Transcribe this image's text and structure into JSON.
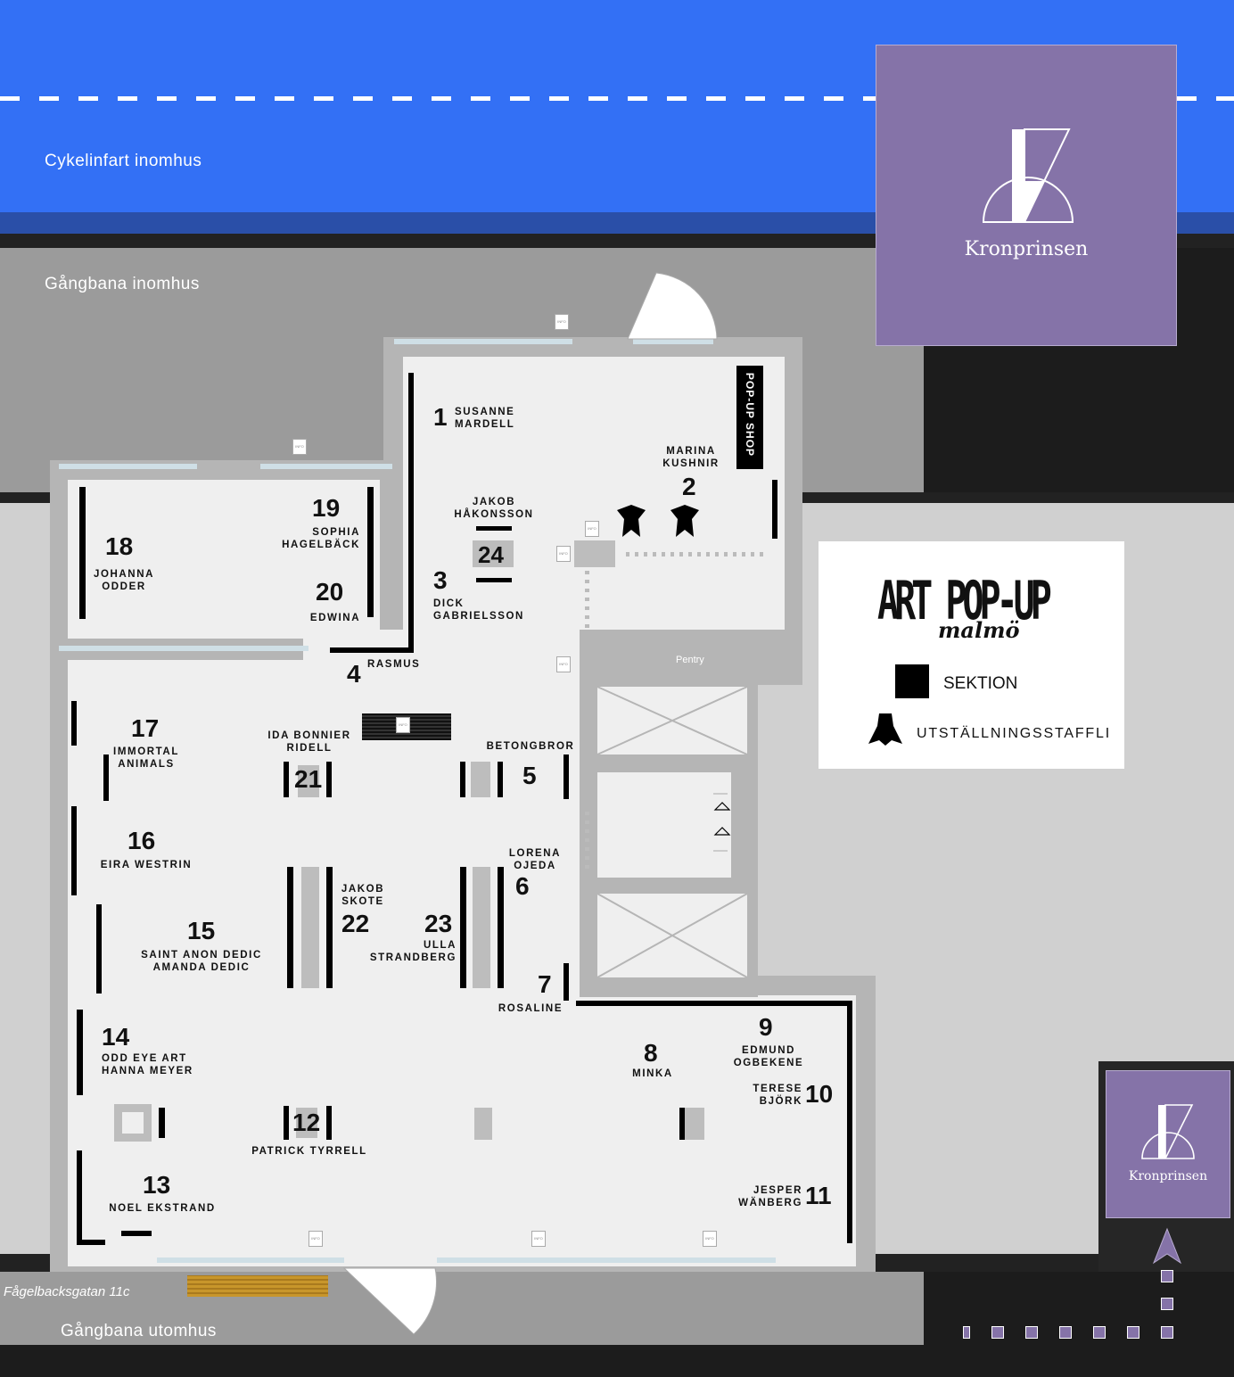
{
  "zones": {
    "bike_lane": "Cykelinfart inomhus",
    "indoor_walkway": "Gångbana inomhus",
    "outdoor_walkway": "Gångbana utomhus",
    "street_address": "Fågelbacksgatan 11c",
    "pentry": "Pentry",
    "popup_shop": "POP-UP SHOP"
  },
  "brand": {
    "name": "Kronprinsen",
    "color": "#8573a8"
  },
  "legend": {
    "logo_line1": "ART POP-UP",
    "logo_line2": "malmö",
    "section": "SEKTION",
    "easel": "UTSTÄLLNINGSSTAFFLI"
  },
  "info_tag": "INFO",
  "colors": {
    "bike_lane": "#3370f5",
    "walkway": "#9e9e9e",
    "floor": "#efefef",
    "wall": "#000000"
  },
  "stands": [
    {
      "number": "1",
      "artist": "SUSANNE\nMARDELL"
    },
    {
      "number": "2",
      "artist": "MARINA\nKUSHNIR"
    },
    {
      "number": "3",
      "artist": "DICK\nGABRIELSSON"
    },
    {
      "number": "4",
      "artist": "RASMUS"
    },
    {
      "number": "5",
      "artist": "BETONGBROR"
    },
    {
      "number": "6",
      "artist": "LORENA\nOJEDA"
    },
    {
      "number": "7",
      "artist": "ROSALINE"
    },
    {
      "number": "8",
      "artist": "MINKA"
    },
    {
      "number": "9",
      "artist": "EDMUND\nOGBEKENE"
    },
    {
      "number": "10",
      "artist": "TERESE\nBJÖRK"
    },
    {
      "number": "11",
      "artist": "JESPER\nWÄNBERG"
    },
    {
      "number": "12",
      "artist": "PATRICK TYRRELL"
    },
    {
      "number": "13",
      "artist": "NOEL EKSTRAND"
    },
    {
      "number": "14",
      "artist": "ODD EYE ART\nHANNA MEYER"
    },
    {
      "number": "15",
      "artist": "SAINT ANON DEDIC\nAMANDA DEDIC"
    },
    {
      "number": "16",
      "artist": "EIRA WESTRIN"
    },
    {
      "number": "17",
      "artist": "IMMORTAL\nANIMALS"
    },
    {
      "number": "18",
      "artist": "JOHANNA\nODDER"
    },
    {
      "number": "19",
      "artist": "SOPHIA\nHAGELBÄCK"
    },
    {
      "number": "20",
      "artist": "EDWINA"
    },
    {
      "number": "21",
      "artist": "IDA BONNIER\nRIDELL"
    },
    {
      "number": "22",
      "artist": "JAKOB\nSKOTE"
    },
    {
      "number": "23",
      "artist": "ULLA\nSTRANDBERG"
    },
    {
      "number": "24",
      "artist": "JAKOB\nHÅKONSSON"
    }
  ]
}
